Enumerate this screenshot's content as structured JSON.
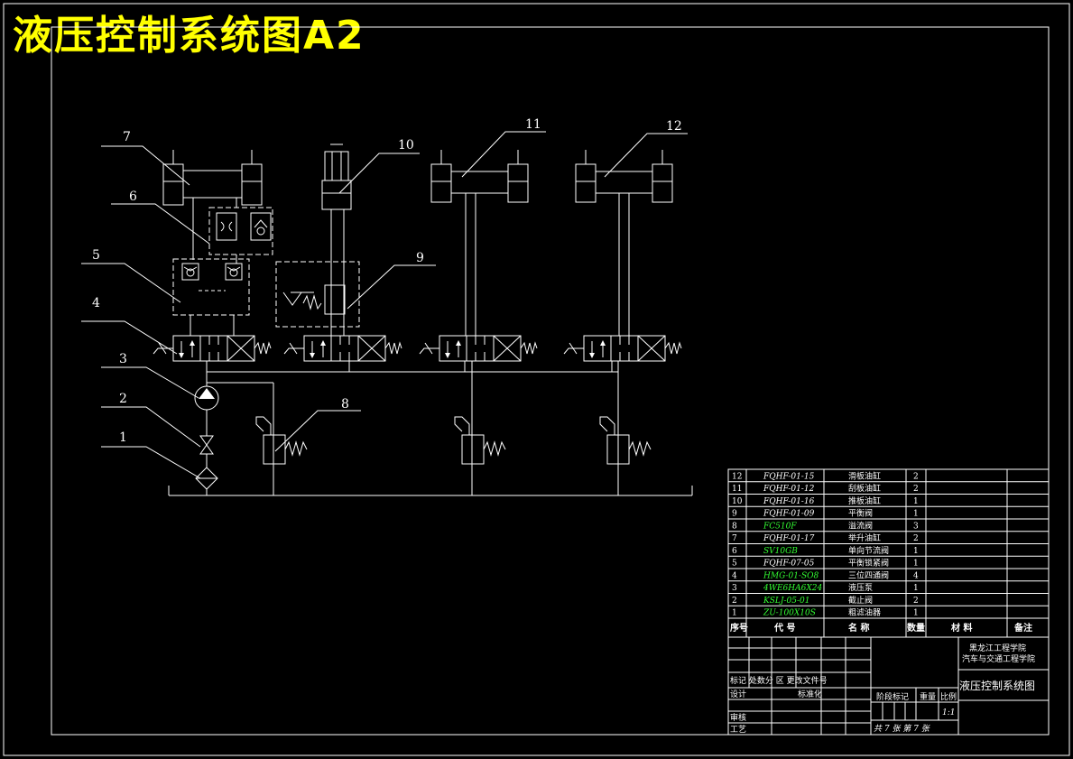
{
  "title": "液压控制系统图A2",
  "colors": {
    "background": "#000000",
    "line": "#ffffff",
    "title": "#ffff00",
    "code_green": "#33ff33"
  },
  "callouts": [
    "1",
    "2",
    "3",
    "4",
    "5",
    "6",
    "7",
    "8",
    "9",
    "10",
    "11",
    "12"
  ],
  "parts": [
    {
      "no": "12",
      "code": "FQHF-01-15",
      "name": "滑板油缸",
      "qty": "2",
      "code_color": "white"
    },
    {
      "no": "11",
      "code": "FQHF-01-12",
      "name": "刮板油缸",
      "qty": "2",
      "code_color": "white"
    },
    {
      "no": "10",
      "code": "FQHF-01-16",
      "name": "推板油缸",
      "qty": "1",
      "code_color": "white"
    },
    {
      "no": "9",
      "code": "FQHF-01-09",
      "name": "平衡阀",
      "qty": "1",
      "code_color": "white"
    },
    {
      "no": "8",
      "code": "FC510F",
      "name": "溢流阀",
      "qty": "3",
      "code_color": "green"
    },
    {
      "no": "7",
      "code": "FQHF-01-17",
      "name": "举升油缸",
      "qty": "2",
      "code_color": "white"
    },
    {
      "no": "6",
      "code": "SV10GB",
      "name": "单向节流阀",
      "qty": "1",
      "code_color": "green"
    },
    {
      "no": "5",
      "code": "FQHF-07-05",
      "name": "平衡锁紧阀",
      "qty": "1",
      "code_color": "white"
    },
    {
      "no": "4",
      "code": "HMG-01-SO8",
      "name": "三位四通阀",
      "qty": "4",
      "code_color": "green"
    },
    {
      "no": "3",
      "code": "4WE6HA6X24",
      "name": "液压泵",
      "qty": "1",
      "code_color": "green"
    },
    {
      "no": "2",
      "code": "KSLJ-05-01",
      "name": "截止阀",
      "qty": "2",
      "code_color": "green"
    },
    {
      "no": "1",
      "code": "ZU-100X10S",
      "name": "粗滤油器",
      "qty": "1",
      "code_color": "green"
    }
  ],
  "header": {
    "seq": "序号",
    "code": "代 号",
    "name": "名 称",
    "qty": "数量",
    "material": "材 料",
    "remark": "备注"
  },
  "title_block": {
    "school_line1": "黑龙江工程学院",
    "school_line2": "汽车与交通工程学院",
    "drawing_name": "液压控制系统图",
    "mark_row": "标记 处数分  区 更改文件号",
    "design": "设计",
    "standardize": "标准化",
    "review": "审核",
    "process": "工艺",
    "stage_mark": "阶段标记",
    "weight": "重量",
    "scale_label": "比例",
    "scale": "1:1",
    "sheets": "共 7 张    第 7 张"
  }
}
